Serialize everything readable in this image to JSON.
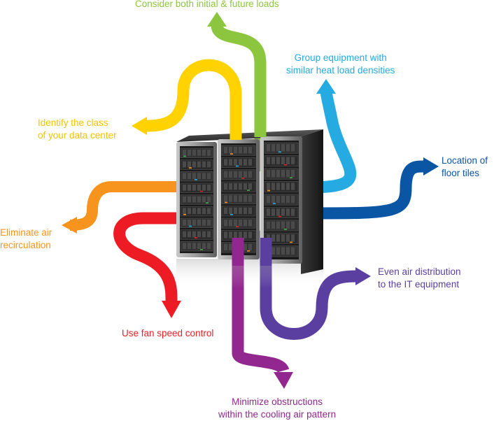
{
  "labels": {
    "initial_future_loads": {
      "lines": [
        "Consider both initial & future loads"
      ]
    },
    "group_equipment": {
      "lines": [
        "Group equipment with",
        "similar heat load densities"
      ]
    },
    "identify_class": {
      "lines": [
        "Identify the class",
        "of your data center"
      ]
    },
    "floor_tiles": {
      "lines": [
        "Location of",
        "floor tiles"
      ]
    },
    "eliminate_recirc": {
      "lines": [
        "Eliminate air",
        "recirculation"
      ]
    },
    "even_air": {
      "lines": [
        "Even air distribution",
        "to the IT equipment"
      ]
    },
    "fan_speed": {
      "lines": [
        "Use fan speed control"
      ]
    },
    "obstructions": {
      "lines": [
        "Minimize obstructions",
        "within the cooling air pattern"
      ]
    }
  },
  "colors": {
    "green": "#8cc63f",
    "yellow": "#ffd200",
    "orange": "#f7941d",
    "red": "#ed1c24",
    "magenta": "#92278f",
    "violet": "#5b3fa0",
    "navy": "#0b55a5",
    "sky": "#25aae1",
    "rack_body": "#2d2d2d",
    "rack_frame": "#9a9a9a"
  },
  "icons": {
    "server": "server-rack-icon",
    "arrow": "curved-arrow-icon"
  }
}
